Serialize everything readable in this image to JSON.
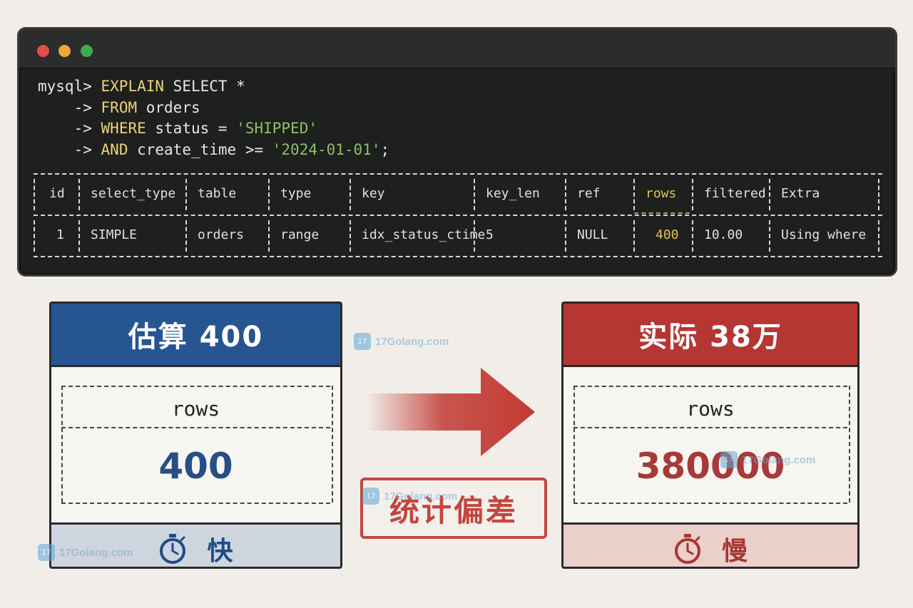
{
  "terminal": {
    "window_buttons": [
      "close",
      "minimize",
      "maximize"
    ],
    "prompt": "mysql>",
    "continuation": "->",
    "query": {
      "l1_kw": "EXPLAIN",
      "l1_rest": " SELECT *",
      "l2_kw": "FROM",
      "l2_rest": " orders",
      "l3_kw": "WHERE",
      "l3_rest": " status = ",
      "l3_str": "'SHIPPED'",
      "l4_kw": "AND",
      "l4_rest": " create_time >= ",
      "l4_str": "'2024-01-01'",
      "l4_end": ";"
    },
    "table": {
      "headers": [
        "id",
        "select_type",
        "table",
        "type",
        "key",
        "key_len",
        "ref",
        "rows",
        "filtered",
        "Extra"
      ],
      "row": [
        "1",
        "SIMPLE",
        "orders",
        "range",
        "idx_status_ctime",
        "5",
        "NULL",
        "400",
        "10.00",
        "Using where"
      ]
    }
  },
  "left_card": {
    "title": "估算 400",
    "label": "rows",
    "value": "400",
    "foot": "快",
    "color": "#265591"
  },
  "right_card": {
    "title": "实际 38万",
    "label": "rows",
    "value": "380000",
    "foot": "慢",
    "color": "#b53633"
  },
  "stamp": {
    "text": "统计偏差"
  },
  "watermark": {
    "text": "17Golang.com",
    "icon": "golang-logo-icon"
  }
}
